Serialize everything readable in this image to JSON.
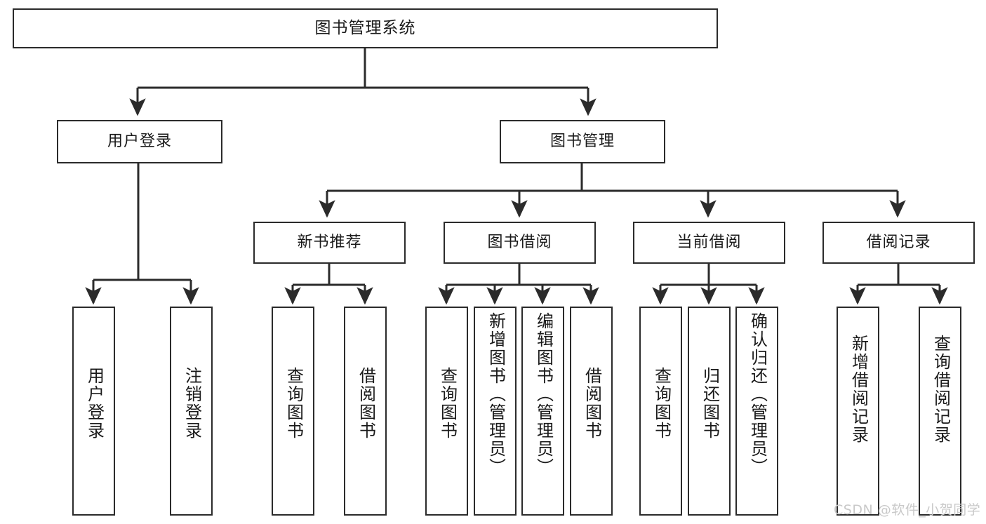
{
  "diagram": {
    "title": "图书管理系统",
    "type": "hierarchy-tree",
    "root": {
      "label": "图书管理系统"
    },
    "level2": [
      {
        "label": "用户登录"
      },
      {
        "label": "图书管理"
      }
    ],
    "level3": [
      {
        "label": "新书推荐"
      },
      {
        "label": "图书借阅"
      },
      {
        "label": "当前借阅"
      },
      {
        "label": "借阅记录"
      }
    ],
    "leaves": {
      "user_login": [
        {
          "label": "用户登录"
        },
        {
          "label": "注销登录"
        }
      ],
      "new_book": [
        {
          "label": "查询图书"
        },
        {
          "label": "借阅图书"
        }
      ],
      "book_borrow": [
        {
          "label": "查询图书"
        },
        {
          "label": "新增图书（管理员）"
        },
        {
          "label": "编辑图书（管理员）"
        },
        {
          "label": "借阅图书"
        }
      ],
      "current_borrow": [
        {
          "label": "查询图书"
        },
        {
          "label": "归还图书"
        },
        {
          "label": "确认归还（管理员）"
        }
      ],
      "borrow_record": [
        {
          "label": "新增借阅记录"
        },
        {
          "label": "查询借阅记录"
        }
      ]
    }
  },
  "watermark": {
    "text": "CSDN @软件_小贺同学"
  },
  "colors": {
    "stroke": "#2b2b2b",
    "fill": "#ffffff",
    "text": "#1a1a1a",
    "watermark": "#c9c9c9"
  }
}
